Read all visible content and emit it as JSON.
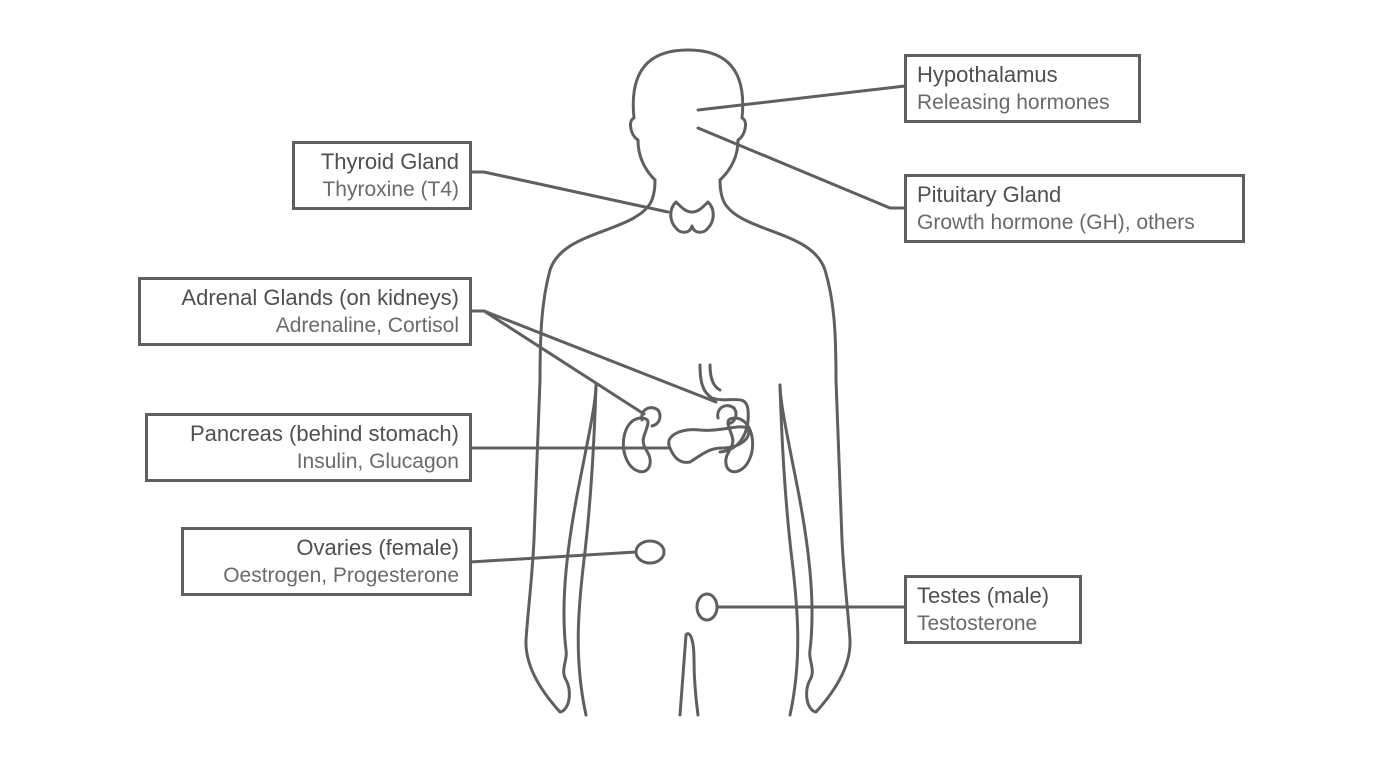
{
  "labels": {
    "hypothalamus": {
      "name": "Hypothalamus",
      "hormone": "Releasing hormones"
    },
    "pituitary": {
      "name": "Pituitary Gland",
      "hormone": "Growth hormone (GH), others"
    },
    "thyroid": {
      "name": "Thyroid Gland",
      "hormone": "Thyroxine (T4)"
    },
    "adrenal": {
      "name": "Adrenal Glands (on kidneys)",
      "hormone": "Adrenaline, Cortisol"
    },
    "pancreas": {
      "name": "Pancreas (behind stomach)",
      "hormone": "Insulin, Glucagon"
    },
    "ovaries": {
      "name": "Ovaries (female)",
      "hormone": "Oestrogen, Progesterone"
    },
    "testes": {
      "name": "Testes (male)",
      "hormone": "Testosterone"
    }
  },
  "colors": {
    "line": "#5f5f5f",
    "text": "#555555",
    "background": "#ffffff"
  }
}
